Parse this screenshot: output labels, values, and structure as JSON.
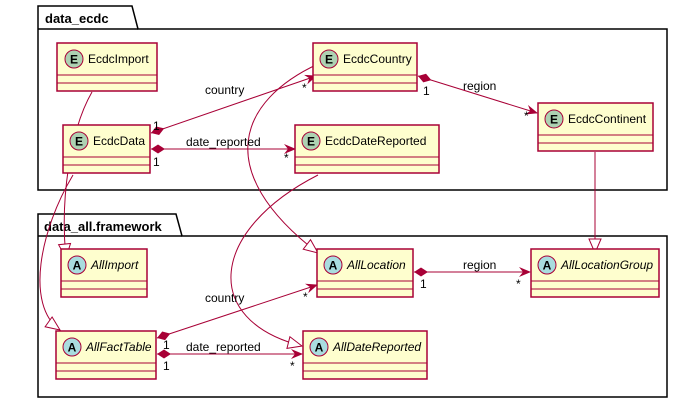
{
  "colors": {
    "class_fill": "#FEFECE",
    "class_border": "#A80036",
    "edge": "#A80036",
    "package_fill": "#FFFFFF",
    "package_border": "#000000",
    "entity_circle": "#ADD1B2",
    "abstract_circle": "#A9DCDF"
  },
  "packages": {
    "ecdc": {
      "name": "data_ecdc"
    },
    "framework": {
      "name": "data_all.framework"
    }
  },
  "classes": {
    "ecdc_import": {
      "name": "EcdcImport",
      "stereotype": "E"
    },
    "ecdc_country": {
      "name": "EcdcCountry",
      "stereotype": "E"
    },
    "ecdc_data": {
      "name": "EcdcData",
      "stereotype": "E"
    },
    "ecdc_date_reported": {
      "name": "EcdcDateReported",
      "stereotype": "E"
    },
    "ecdc_continent": {
      "name": "EcdcContinent",
      "stereotype": "E"
    },
    "all_import": {
      "name": "AllImport",
      "stereotype": "A"
    },
    "all_location": {
      "name": "AllLocation",
      "stereotype": "A"
    },
    "all_location_group": {
      "name": "AllLocationGroup",
      "stereotype": "A"
    },
    "all_fact_table": {
      "name": "AllFactTable",
      "stereotype": "A"
    },
    "all_date_reported": {
      "name": "AllDateReported",
      "stereotype": "A"
    }
  },
  "edge_labels": {
    "ecdc_country": {
      "label": "country",
      "src": "1",
      "dst": "*"
    },
    "ecdc_region": {
      "label": "region",
      "src": "1",
      "dst": "*"
    },
    "ecdc_date": {
      "label": "date_reported",
      "src": "1",
      "dst": "*"
    },
    "all_region": {
      "label": "region",
      "src": "1",
      "dst": "*"
    },
    "all_country": {
      "label": "country",
      "src": "1",
      "dst": "*"
    },
    "all_date": {
      "label": "date_reported",
      "src": "1",
      "dst": "*"
    }
  }
}
